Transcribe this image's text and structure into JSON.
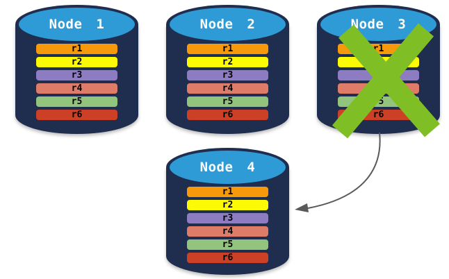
{
  "diagram": {
    "nodes": [
      {
        "label": "Node 1",
        "failed": false
      },
      {
        "label": "Node 2",
        "failed": false
      },
      {
        "label": "Node 3",
        "failed": true
      },
      {
        "label": "Node 4",
        "failed": false
      }
    ],
    "replicas": [
      {
        "id": "r1",
        "color": "#F6990B"
      },
      {
        "id": "r2",
        "color": "#FCFB05"
      },
      {
        "id": "r3",
        "color": "#8E7CC3"
      },
      {
        "id": "r4",
        "color": "#DF7C69"
      },
      {
        "id": "r5",
        "color": "#93C47D"
      },
      {
        "id": "r6",
        "color": "#CC4125"
      }
    ],
    "colors": {
      "background": "#FFFFFF",
      "cylinder_body": "#1F2D4F",
      "cylinder_top": "#2E9BD6",
      "node_label": "#FFFFFF",
      "replica_label": "#000000",
      "failure_mark": "#80BE25",
      "arrow": "#595959"
    },
    "icons": {
      "failure_x": "x-mark",
      "failover_arrow": "curved-arrow"
    }
  }
}
